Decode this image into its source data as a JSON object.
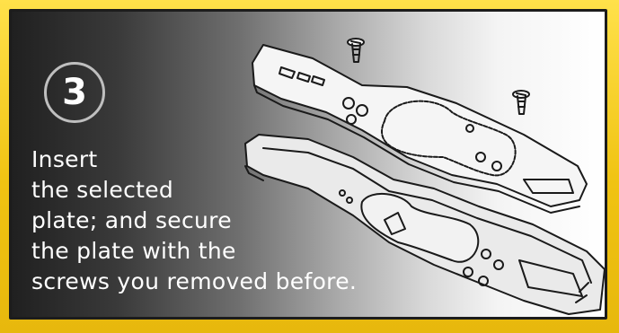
{
  "step": {
    "number": "3"
  },
  "instruction": {
    "lines": [
      "Insert",
      "the selected",
      "plate; and secure",
      "the plate with the",
      "screws you removed before."
    ]
  },
  "illustration": {
    "icon": "bottle-opener-plate-assembly-drawing",
    "parts": [
      "screw-icon",
      "screw-icon",
      "top-plate",
      "handle-body"
    ]
  },
  "colors": {
    "frame": "#f0c312",
    "panel_dark": "#202020",
    "panel_light": "#ffffff",
    "text": "#ffffff",
    "circle_border": "#bfbfbf",
    "line_art": "#1a1a1a"
  }
}
